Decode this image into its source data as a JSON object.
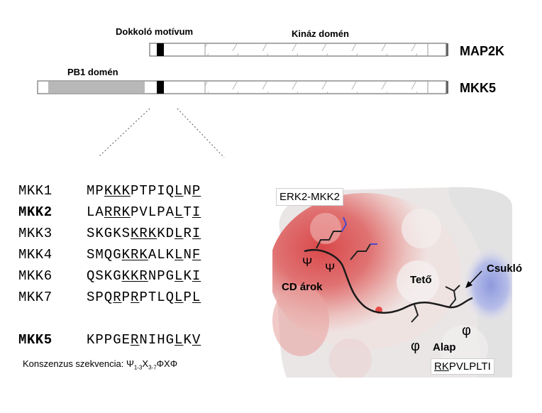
{
  "domain_labels": {
    "docking": "Dokkoló motívum",
    "kinase": "Kináz domén",
    "pb1": "PB1 domén"
  },
  "proteins": {
    "map2k": "MAP2K",
    "mkk5": "MKK5"
  },
  "alignment": [
    {
      "name": "MKK1",
      "bold": false,
      "segments": [
        [
          "MP",
          0
        ],
        [
          "KKK",
          1
        ],
        [
          "PTPIQ",
          0
        ],
        [
          "L",
          1
        ],
        [
          "N",
          0
        ],
        [
          "P",
          1
        ]
      ]
    },
    {
      "name": "MKK2",
      "bold": true,
      "segments": [
        [
          "LA",
          0
        ],
        [
          "RRK",
          1
        ],
        [
          "PVLPA",
          0
        ],
        [
          "L",
          1
        ],
        [
          "T",
          0
        ],
        [
          "I",
          1
        ]
      ]
    },
    {
      "name": "MKK3",
      "bold": false,
      "segments": [
        [
          "SKGKS",
          0
        ],
        [
          "KRK",
          1
        ],
        [
          "KD",
          0
        ],
        [
          "L",
          1
        ],
        [
          "R",
          0
        ],
        [
          "I",
          1
        ]
      ]
    },
    {
      "name": "MKK4",
      "bold": false,
      "segments": [
        [
          "SMQG",
          0
        ],
        [
          "KRK",
          1
        ],
        [
          "ALK",
          0
        ],
        [
          "L",
          1
        ],
        [
          "N",
          0
        ],
        [
          "F",
          1
        ]
      ]
    },
    {
      "name": "MKK6",
      "bold": false,
      "segments": [
        [
          "QSKG",
          0
        ],
        [
          "KKR",
          1
        ],
        [
          "NPG",
          0
        ],
        [
          "L",
          1
        ],
        [
          "K",
          0
        ],
        [
          "I",
          1
        ]
      ]
    },
    {
      "name": "MKK7",
      "bold": false,
      "segments": [
        [
          "SPQ",
          0
        ],
        [
          "R",
          1
        ],
        [
          "P",
          0
        ],
        [
          "R",
          1
        ],
        [
          "PTLQ",
          0
        ],
        [
          "L",
          1
        ],
        [
          "P",
          0
        ],
        [
          "L",
          1
        ]
      ]
    }
  ],
  "mkk5_row": {
    "name": "MKK5",
    "bold": true,
    "segments": [
      [
        "KPPGE",
        0
      ],
      [
        "R",
        1
      ],
      [
        "NIHG",
        0
      ],
      [
        "L",
        1
      ],
      [
        "K",
        0
      ],
      [
        "V",
        1
      ]
    ]
  },
  "consensus": {
    "label": "Konszenzus szekvencia:",
    "psi": "Ψ",
    "sub1": "1-3",
    "x": "X",
    "sub2": "3-7",
    "tail": "ΦXΦ"
  },
  "structure": {
    "title": "ERK2-MKK2",
    "cd_groove": "CD árok",
    "roof": "Tető",
    "hinge": "Csukló",
    "base": "Alap",
    "psi1": "Ψ",
    "psi2": "Ψ",
    "phi1": "φ",
    "phi2": "φ",
    "peptide_under": "RK",
    "peptide_rest": "PVLPLTI"
  },
  "colors": {
    "pb1_fill": "#b8b8b8",
    "docking_fill": "#000000",
    "acidic": "#d9484a",
    "basic": "#9aa6e0",
    "neutral": "#efe9e8"
  }
}
